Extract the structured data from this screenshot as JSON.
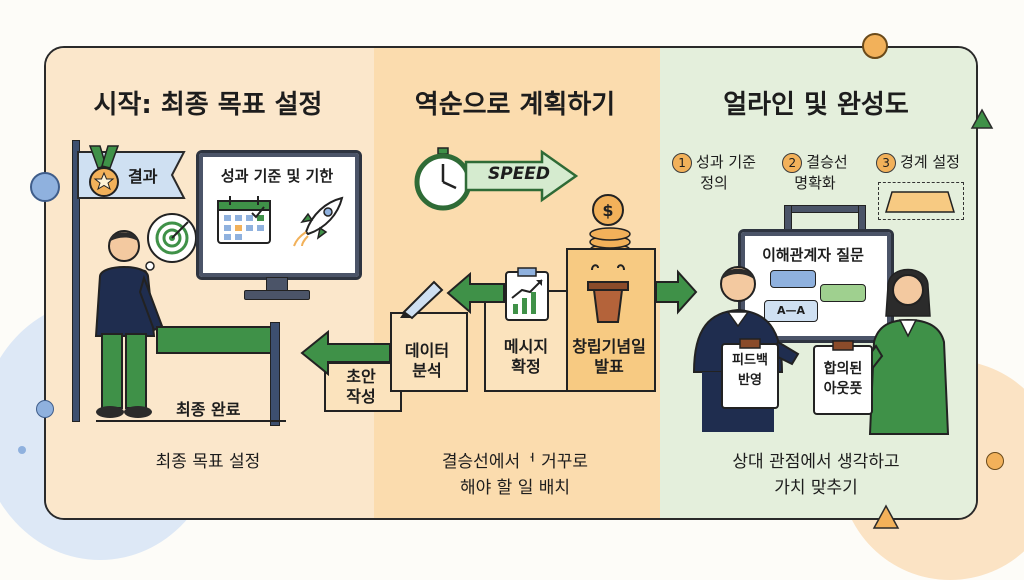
{
  "panels": [
    {
      "title": "시작: 최종 목표 설정",
      "caption": "최종 목표 설정",
      "flag_label": "결과",
      "monitor_label": "성과 기준 및 기한",
      "finish_label": "최종 완료"
    },
    {
      "title": "역순으로 계획하기",
      "caption_line1": "결승선에서ᅥ 거꾸로",
      "caption_line2": "해야 할 일 배치",
      "speed_label": "SPEED",
      "steps": [
        {
          "line1": "초안",
          "line2": "작성"
        },
        {
          "line1": "데이터",
          "line2": "분석"
        },
        {
          "line1": "메시지",
          "line2": "확정"
        },
        {
          "line1": "창립기념일",
          "line2": "발표"
        }
      ]
    },
    {
      "title": "얼라인 및 완성도",
      "caption_line1": "상대 관점에서 생각하고",
      "caption_line2": "가치 맞추기",
      "numbered": [
        {
          "num": "1",
          "line1": "성과 기준",
          "line2": "정의"
        },
        {
          "num": "2",
          "line1": "결승선",
          "line2": "명확화"
        },
        {
          "num": "3",
          "line1": "경계 설정",
          "line2": ""
        }
      ],
      "board_label": "이해관계자 질문",
      "bubble_text": "A—A",
      "clipboard_left": {
        "line1": "피드백",
        "line2": "반영"
      },
      "clipboard_right": {
        "line1": "합의된",
        "line2": "아웃풋"
      }
    }
  ],
  "colors": {
    "green": "#3f9148",
    "dark_green": "#2f6b36",
    "navy": "#1f2d4f",
    "orange": "#f2b15a",
    "blue_dot": "#8fb1de"
  }
}
